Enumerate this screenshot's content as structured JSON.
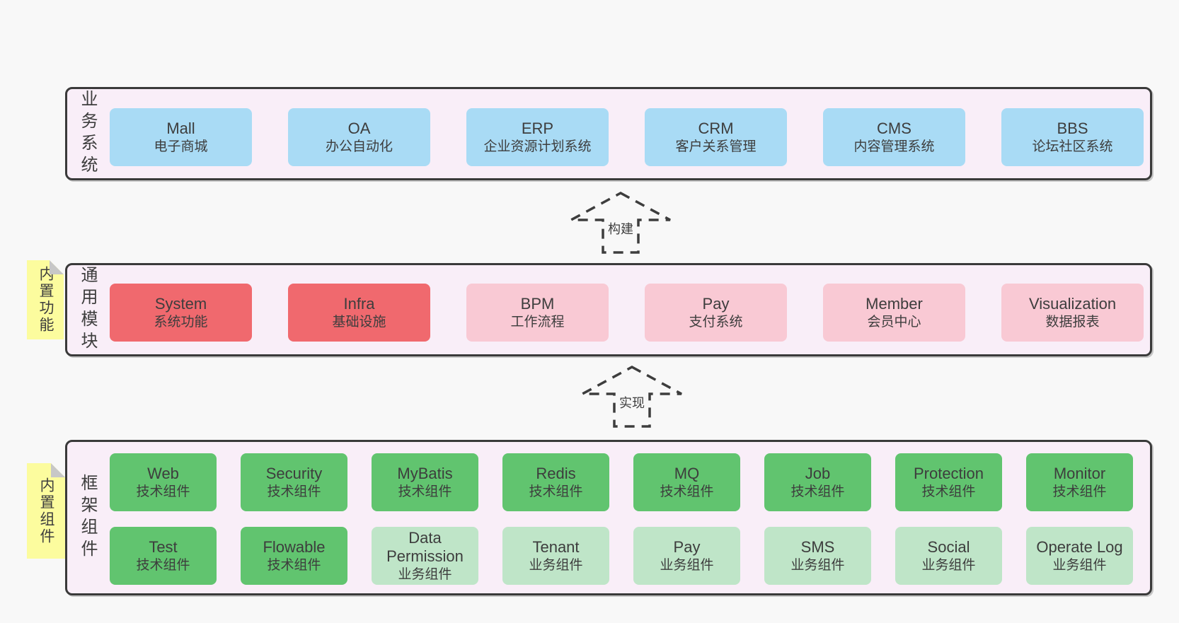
{
  "colors": {
    "background": "#f8f8f8",
    "panel_fill": "#f9eef8",
    "panel_border": "#3a3a3a",
    "business_box": "#a9dbf5",
    "module_core": "#f0696e",
    "module_optional": "#f9c9d4",
    "tech_component": "#61c46f",
    "biz_component": "#bfe5c8",
    "sticky_fill": "#fcfc9e",
    "sticky_fold": "#c7c7c7",
    "arrow_dash": "#3d3d3d",
    "text": "#3d3d3d"
  },
  "sections": {
    "business": {
      "side_label": "业务系统",
      "items": [
        {
          "name": "Mall",
          "desc": "电子商城"
        },
        {
          "name": "OA",
          "desc": "办公自动化"
        },
        {
          "name": "ERP",
          "desc": "企业资源计划系统"
        },
        {
          "name": "CRM",
          "desc": "客户关系管理"
        },
        {
          "name": "CMS",
          "desc": "内容管理系统"
        },
        {
          "name": "BBS",
          "desc": "论坛社区系统"
        }
      ]
    },
    "modules": {
      "side_label": "通用模块",
      "sticky_label": "内置功能",
      "items": [
        {
          "name": "System",
          "desc": "系统功能",
          "type": "core"
        },
        {
          "name": "Infra",
          "desc": "基础设施",
          "type": "core"
        },
        {
          "name": "BPM",
          "desc": "工作流程",
          "type": "optional"
        },
        {
          "name": "Pay",
          "desc": "支付系统",
          "type": "optional"
        },
        {
          "name": "Member",
          "desc": "会员中心",
          "type": "optional"
        },
        {
          "name": "Visualization",
          "desc": "数据报表",
          "type": "optional"
        }
      ]
    },
    "framework": {
      "side_label": "框架组件",
      "sticky_label": "内置组件",
      "rows": [
        [
          {
            "name": "Web",
            "desc": "技术组件"
          },
          {
            "name": "Security",
            "desc": "技术组件"
          },
          {
            "name": "MyBatis",
            "desc": "技术组件"
          },
          {
            "name": "Redis",
            "desc": "技术组件"
          },
          {
            "name": "MQ",
            "desc": "技术组件"
          },
          {
            "name": "Job",
            "desc": "技术组件"
          },
          {
            "name": "Protection",
            "desc": "技术组件"
          },
          {
            "name": "Monitor",
            "desc": "技术组件"
          }
        ],
        [
          {
            "name": "Test",
            "desc": "技术组件"
          },
          {
            "name": "Flowable",
            "desc": "技术组件"
          },
          {
            "name": "Data Permission",
            "desc": "业务组件"
          },
          {
            "name": "Tenant",
            "desc": "业务组件"
          },
          {
            "name": "Pay",
            "desc": "业务组件"
          },
          {
            "name": "SMS",
            "desc": "业务组件"
          },
          {
            "name": "Social",
            "desc": "业务组件"
          },
          {
            "name": "Operate Log",
            "desc": "业务组件"
          }
        ]
      ]
    }
  },
  "arrows": [
    {
      "label": "构建"
    },
    {
      "label": "实现"
    }
  ]
}
